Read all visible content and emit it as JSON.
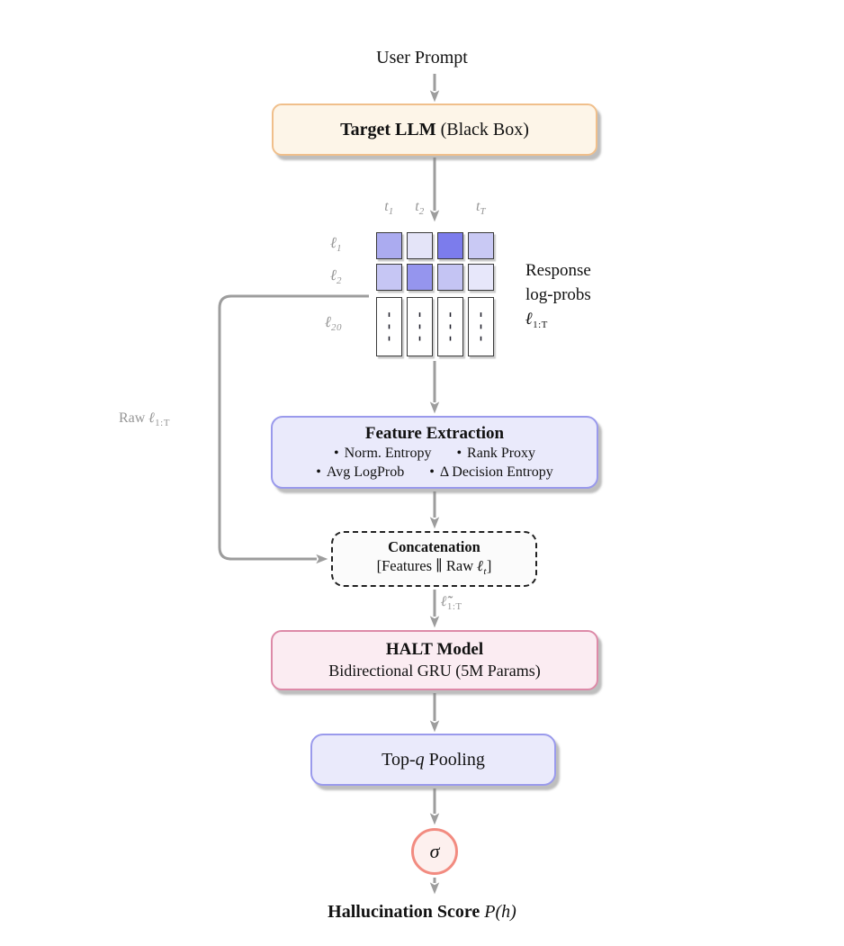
{
  "colors": {
    "ink": "#111111",
    "target_fill": "#fdf5e8",
    "target_border": "#f0bf8b",
    "lavender_fill": "#eaeafb",
    "lavender_border": "#9a9aec",
    "halt_fill": "#fbecf2",
    "halt_border": "#dd8aa8",
    "sigma_fill": "#fdf0ee",
    "sigma_border": "#f28b80",
    "concat_fill": "#fbfbfb",
    "concat_border": "#222222",
    "arrow": "#9d9d9d",
    "muted": "#969696",
    "cell_border": "#3a3a3a"
  },
  "user_prompt": "User Prompt",
  "target_llm": {
    "title_bold": "Target LLM",
    "title_rest": " (Black Box)"
  },
  "matrix": {
    "col_labels": [
      {
        "base": "t",
        "sub": "1"
      },
      {
        "base": "t",
        "sub": "2"
      },
      {
        "base": "t",
        "sub": "T"
      }
    ],
    "row_labels": [
      {
        "base": "ℓ",
        "sub": "1"
      },
      {
        "base": "ℓ",
        "sub": "2"
      },
      {
        "base": "ℓ",
        "sub": "20"
      }
    ],
    "row1_colors": [
      "#ababf0",
      "#e4e4f8",
      "#7c7cec",
      "#c9c9f4"
    ],
    "row2_colors": [
      "#c6c6f4",
      "#9595ee",
      "#c4c4f3",
      "#e7e7fa"
    ],
    "num_cols": 4,
    "ellipsis": "⋮"
  },
  "response_label": {
    "line1": "Response",
    "line2": "log-probs",
    "math_base": "ℓ",
    "math_sub": "1:T"
  },
  "raw_label": {
    "prefix": "Raw ",
    "math_base": "ℓ",
    "math_sub": "1:T"
  },
  "feature_extraction": {
    "title": "Feature Extraction",
    "bullet_char": "•",
    "bullets": [
      "Norm. Entropy",
      "Rank Proxy",
      "Avg LogProb",
      "Δ Decision Entropy"
    ]
  },
  "concatenation": {
    "title": "Concatenation",
    "formula_prefix": "[Features ∥ Raw ",
    "formula_base": "ℓ",
    "formula_sub": "t",
    "formula_suffix": "]"
  },
  "tilde_label": {
    "math_base": "ℓ̃",
    "math_sub": "1:T"
  },
  "halt_model": {
    "title": "HALT Model",
    "subtitle": "Bidirectional GRU (5M Params)"
  },
  "pooling": {
    "prefix": "Top-",
    "italic": "q",
    "suffix": " Pooling"
  },
  "sigma": "σ",
  "hallucination_score": {
    "bold": "Hallucination Score ",
    "math": "P(h)"
  }
}
